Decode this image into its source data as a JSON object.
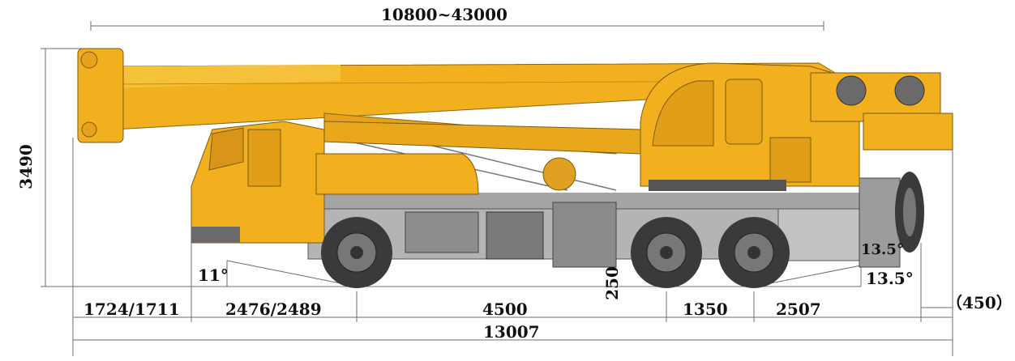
{
  "dimensions": {
    "boom_length": "10800~43000",
    "height": "3490",
    "front_overhang": "1724/1711",
    "front_axle_span": "2476/2489",
    "wheelbase": "4500",
    "rear_axle_spacing": "1350",
    "rear_overhang": "2507",
    "outrigger_extra": "（450）",
    "overall_length": "13007",
    "ground_clearance": "250",
    "approach_angle": "11°",
    "departure_angle": "13.5°",
    "departure_angle_inner": "13.5°"
  },
  "colors": {
    "crane_body": "#f2b01e",
    "crane_shadow": "#d9951a",
    "chassis": "#9a9a9a",
    "dim_line": "#6c6c6c",
    "tyre": "#3a3a3a"
  }
}
